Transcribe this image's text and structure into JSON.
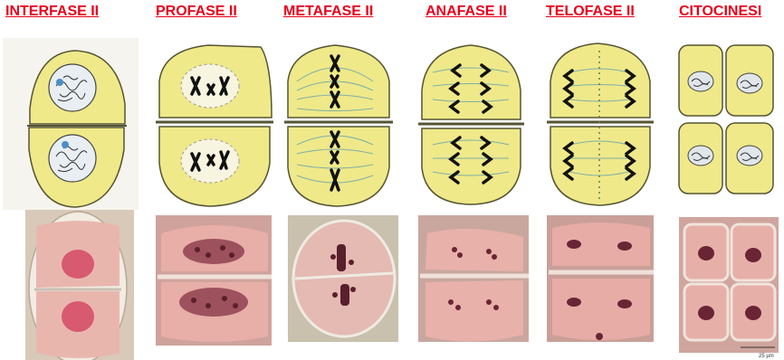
{
  "stages": [
    {
      "label": "INTERFASE II"
    },
    {
      "label": "PROFASE II"
    },
    {
      "label": "METAFASE II"
    },
    {
      "label": "ANAFASE II"
    },
    {
      "label": "TELOFASE II"
    },
    {
      "label": "CITOCINESI"
    }
  ],
  "micrograph": {
    "scale_text": "25 µm"
  },
  "colors": {
    "label": "#e8001c",
    "cell_fill": "#efe98a",
    "cell_stroke": "#555533",
    "micro_bg": "#d8a8a0",
    "micro_cell": "#e7b2ad",
    "chromatin": "#7a2a35"
  }
}
